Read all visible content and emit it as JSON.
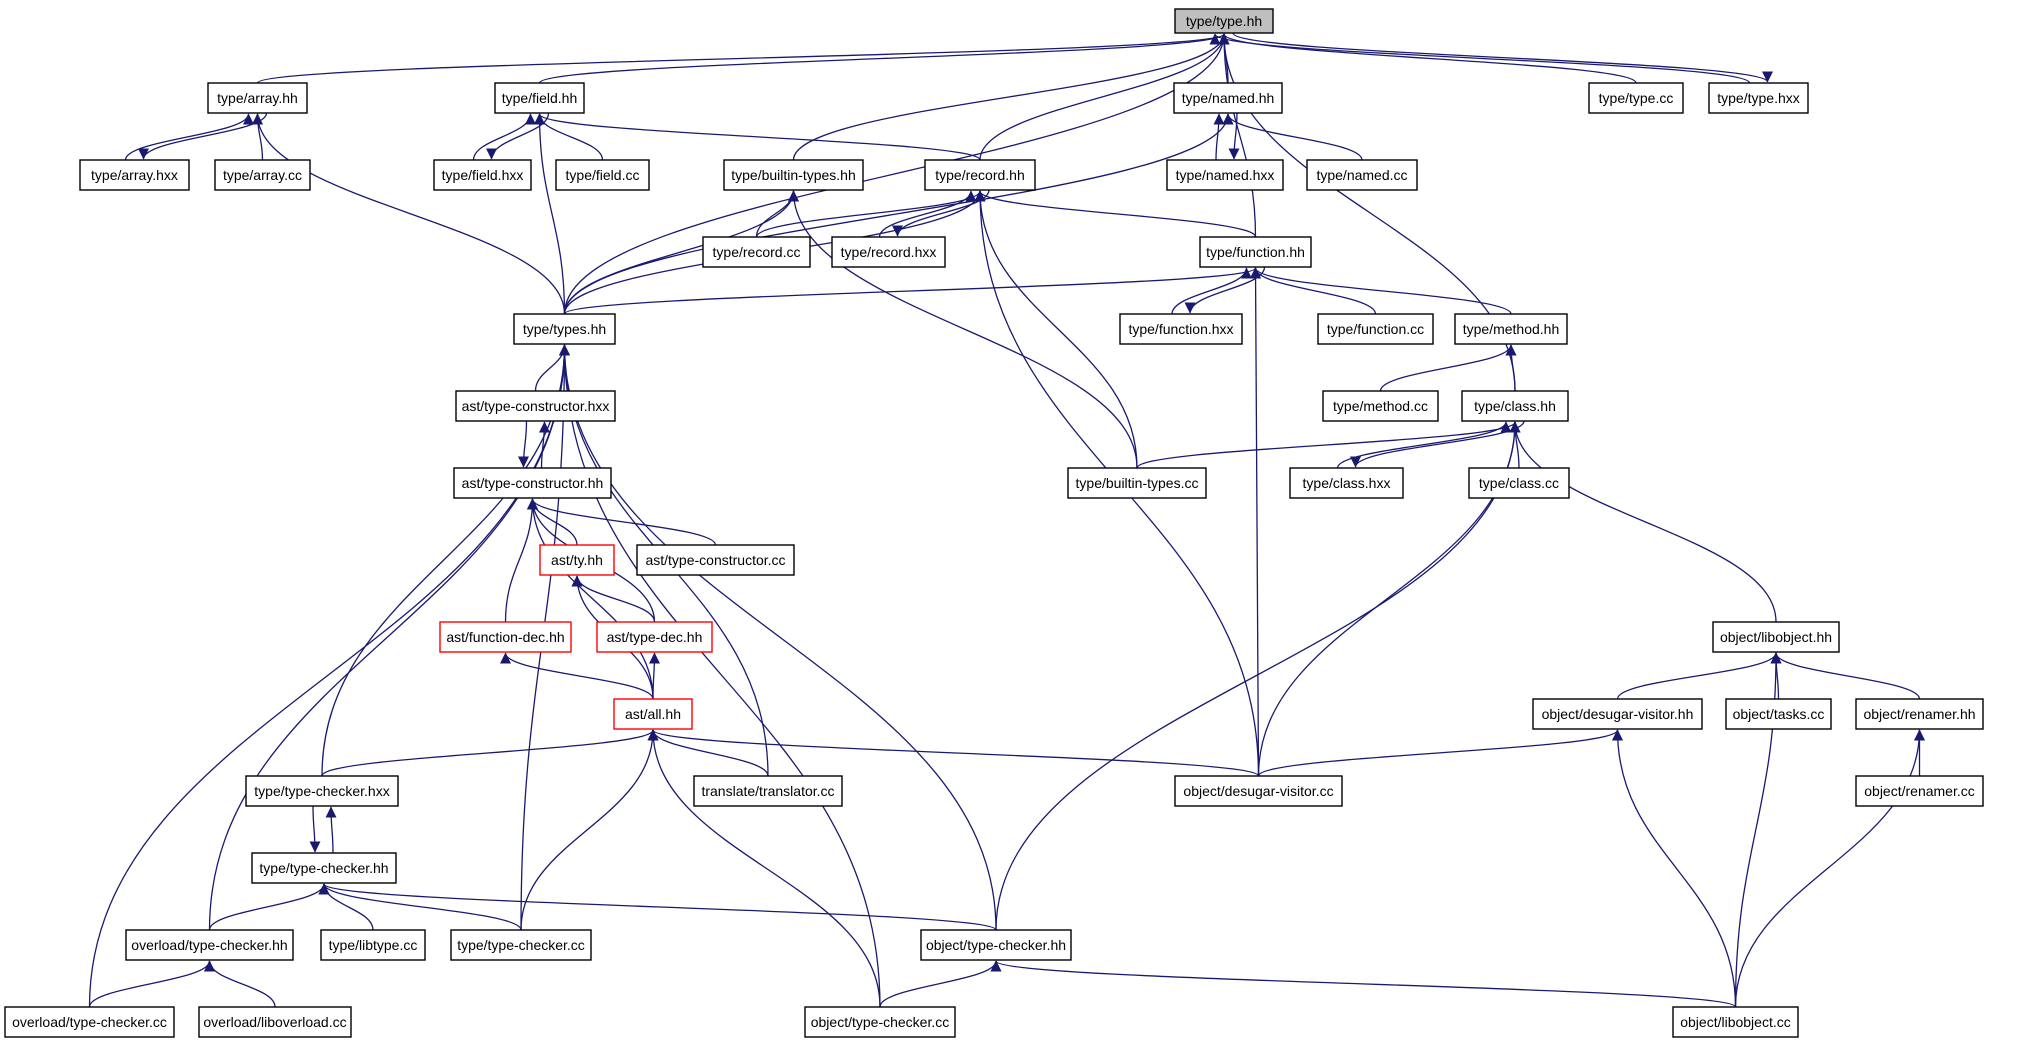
{
  "diagram": {
    "title": "",
    "edge_color": "#191970",
    "node_border_color": "#000000",
    "highlight_border_color": "#ff0000",
    "root_fill_color": "#bfbfbf",
    "nodes": [
      {
        "id": "type_type_hh",
        "label": "type/type.hh",
        "style": "root"
      },
      {
        "id": "type_array_hh",
        "label": "type/array.hh"
      },
      {
        "id": "type_field_hh",
        "label": "type/field.hh"
      },
      {
        "id": "type_named_hh",
        "label": "type/named.hh"
      },
      {
        "id": "type_type_cc",
        "label": "type/type.cc"
      },
      {
        "id": "type_type_hxx",
        "label": "type/type.hxx"
      },
      {
        "id": "type_array_hxx",
        "label": "type/array.hxx"
      },
      {
        "id": "type_array_cc",
        "label": "type/array.cc"
      },
      {
        "id": "type_field_hxx",
        "label": "type/field.hxx"
      },
      {
        "id": "type_field_cc",
        "label": "type/field.cc"
      },
      {
        "id": "type_builtin_types_hh",
        "label": "type/builtin-types.hh"
      },
      {
        "id": "type_record_hh",
        "label": "type/record.hh"
      },
      {
        "id": "type_named_hxx",
        "label": "type/named.hxx"
      },
      {
        "id": "type_named_cc",
        "label": "type/named.cc"
      },
      {
        "id": "type_record_cc",
        "label": "type/record.cc"
      },
      {
        "id": "type_record_hxx",
        "label": "type/record.hxx"
      },
      {
        "id": "type_function_hh",
        "label": "type/function.hh"
      },
      {
        "id": "type_types_hh",
        "label": "type/types.hh"
      },
      {
        "id": "type_function_hxx",
        "label": "type/function.hxx"
      },
      {
        "id": "type_function_cc",
        "label": "type/function.cc"
      },
      {
        "id": "type_method_hh",
        "label": "type/method.hh"
      },
      {
        "id": "ast_type_constructor_hxx",
        "label": "ast/type-constructor.hxx"
      },
      {
        "id": "type_method_cc",
        "label": "type/method.cc"
      },
      {
        "id": "type_class_hh",
        "label": "type/class.hh"
      },
      {
        "id": "ast_type_constructor_hh",
        "label": "ast/type-constructor.hh"
      },
      {
        "id": "type_builtin_types_cc",
        "label": "type/builtin-types.cc"
      },
      {
        "id": "type_class_hxx",
        "label": "type/class.hxx"
      },
      {
        "id": "type_class_cc",
        "label": "type/class.cc"
      },
      {
        "id": "ast_ty_hh",
        "label": "ast/ty.hh",
        "style": "red"
      },
      {
        "id": "ast_type_constructor_cc",
        "label": "ast/type-constructor.cc"
      },
      {
        "id": "ast_function_dec_hh",
        "label": "ast/function-dec.hh",
        "style": "red"
      },
      {
        "id": "ast_type_dec_hh",
        "label": "ast/type-dec.hh",
        "style": "red"
      },
      {
        "id": "object_libobject_hh",
        "label": "object/libobject.hh"
      },
      {
        "id": "ast_all_hh",
        "label": "ast/all.hh",
        "style": "red"
      },
      {
        "id": "object_desugar_visitor_hh",
        "label": "object/desugar-visitor.hh"
      },
      {
        "id": "object_tasks_cc",
        "label": "object/tasks.cc"
      },
      {
        "id": "object_renamer_hh",
        "label": "object/renamer.hh"
      },
      {
        "id": "type_type_checker_hxx",
        "label": "type/type-checker.hxx"
      },
      {
        "id": "translate_translator_cc",
        "label": "translate/translator.cc"
      },
      {
        "id": "object_desugar_visitor_cc",
        "label": "object/desugar-visitor.cc"
      },
      {
        "id": "object_renamer_cc",
        "label": "object/renamer.cc"
      },
      {
        "id": "type_type_checker_hh",
        "label": "type/type-checker.hh"
      },
      {
        "id": "overload_type_checker_hh",
        "label": "overload/type-checker.hh"
      },
      {
        "id": "type_libtype_cc",
        "label": "type/libtype.cc"
      },
      {
        "id": "type_type_checker_cc",
        "label": "type/type-checker.cc"
      },
      {
        "id": "object_type_checker_hh",
        "label": "object/type-checker.hh"
      },
      {
        "id": "overload_type_checker_cc",
        "label": "overload/type-checker.cc"
      },
      {
        "id": "overload_liboverload_cc",
        "label": "overload/liboverload.cc"
      },
      {
        "id": "object_type_checker_cc",
        "label": "object/type-checker.cc"
      },
      {
        "id": "object_libobject_cc",
        "label": "object/libobject.cc"
      }
    ],
    "edges": [
      [
        "type_array_hh",
        "type_type_hh"
      ],
      [
        "type_field_hh",
        "type_type_hh"
      ],
      [
        "type_named_hh",
        "type_type_hh"
      ],
      [
        "type_type_cc",
        "type_type_hh"
      ],
      [
        "type_type_hxx",
        "type_type_hh"
      ],
      [
        "type_type_hh",
        "type_type_hxx"
      ],
      [
        "type_builtin_types_hh",
        "type_type_hh"
      ],
      [
        "type_record_hh",
        "type_type_hh"
      ],
      [
        "type_function_hh",
        "type_type_hh"
      ],
      [
        "type_types_hh",
        "type_type_hh"
      ],
      [
        "type_class_hh",
        "type_type_hh"
      ],
      [
        "type_array_hxx",
        "type_array_hh"
      ],
      [
        "type_array_hh",
        "type_array_hxx"
      ],
      [
        "type_array_cc",
        "type_array_hh"
      ],
      [
        "type_types_hh",
        "type_array_hh"
      ],
      [
        "type_field_hxx",
        "type_field_hh"
      ],
      [
        "type_field_hh",
        "type_field_hxx"
      ],
      [
        "type_field_cc",
        "type_field_hh"
      ],
      [
        "type_record_hh",
        "type_field_hh"
      ],
      [
        "type_types_hh",
        "type_field_hh"
      ],
      [
        "type_named_hxx",
        "type_named_hh"
      ],
      [
        "type_named_hh",
        "type_named_hxx"
      ],
      [
        "type_named_cc",
        "type_named_hh"
      ],
      [
        "type_types_hh",
        "type_named_hh"
      ],
      [
        "type_types_hh",
        "type_builtin_types_hh"
      ],
      [
        "type_record_cc",
        "type_builtin_types_hh"
      ],
      [
        "type_builtin_types_cc",
        "type_builtin_types_hh"
      ],
      [
        "type_record_cc",
        "type_record_hh"
      ],
      [
        "type_record_hxx",
        "type_record_hh"
      ],
      [
        "type_record_hh",
        "type_record_hxx"
      ],
      [
        "type_function_hh",
        "type_record_hh"
      ],
      [
        "type_types_hh",
        "type_record_hh"
      ],
      [
        "type_builtin_types_cc",
        "type_record_hh"
      ],
      [
        "object_desugar_visitor_cc",
        "type_record_hh"
      ],
      [
        "type_types_hh",
        "type_function_hh"
      ],
      [
        "type_function_hxx",
        "type_function_hh"
      ],
      [
        "type_function_hh",
        "type_function_hxx"
      ],
      [
        "type_function_cc",
        "type_function_hh"
      ],
      [
        "type_method_hh",
        "type_function_hh"
      ],
      [
        "object_desugar_visitor_cc",
        "type_function_hh"
      ],
      [
        "type_method_cc",
        "type_method_hh"
      ],
      [
        "type_class_hh",
        "type_method_hh"
      ],
      [
        "ast_type_constructor_hxx",
        "type_types_hh"
      ],
      [
        "type_type_checker_hxx",
        "type_types_hh"
      ],
      [
        "overload_type_checker_hh",
        "type_types_hh"
      ],
      [
        "overload_type_checker_cc",
        "type_types_hh"
      ],
      [
        "type_type_checker_cc",
        "type_types_hh"
      ],
      [
        "translate_translator_cc",
        "type_types_hh"
      ],
      [
        "object_type_checker_cc",
        "type_types_hh"
      ],
      [
        "object_type_checker_hh",
        "type_types_hh"
      ],
      [
        "ast_type_constructor_hh",
        "ast_type_constructor_hxx"
      ],
      [
        "ast_type_constructor_hxx",
        "ast_type_constructor_hh"
      ],
      [
        "type_builtin_types_cc",
        "type_class_hh"
      ],
      [
        "type_class_hxx",
        "type_class_hh"
      ],
      [
        "type_class_hh",
        "type_class_hxx"
      ],
      [
        "type_class_cc",
        "type_class_hh"
      ],
      [
        "object_libobject_hh",
        "type_class_hh"
      ],
      [
        "object_desugar_visitor_cc",
        "type_class_hh"
      ],
      [
        "object_type_checker_hh",
        "type_class_hh"
      ],
      [
        "ast_ty_hh",
        "ast_type_constructor_hh"
      ],
      [
        "ast_type_constructor_cc",
        "ast_type_constructor_hh"
      ],
      [
        "ast_function_dec_hh",
        "ast_type_constructor_hh"
      ],
      [
        "ast_type_dec_hh",
        "ast_type_constructor_hh"
      ],
      [
        "ast_all_hh",
        "ast_type_constructor_hh"
      ],
      [
        "ast_type_dec_hh",
        "ast_ty_hh"
      ],
      [
        "ast_all_hh",
        "ast_ty_hh"
      ],
      [
        "ast_all_hh",
        "ast_function_dec_hh"
      ],
      [
        "ast_all_hh",
        "ast_type_dec_hh"
      ],
      [
        "type_type_checker_hxx",
        "ast_all_hh"
      ],
      [
        "translate_translator_cc",
        "ast_all_hh"
      ],
      [
        "object_desugar_visitor_cc",
        "ast_all_hh"
      ],
      [
        "type_type_checker_cc",
        "ast_all_hh"
      ],
      [
        "object_type_checker_cc",
        "ast_all_hh"
      ],
      [
        "object_desugar_visitor_hh",
        "object_libobject_hh"
      ],
      [
        "object_tasks_cc",
        "object_libobject_hh"
      ],
      [
        "object_renamer_hh",
        "object_libobject_hh"
      ],
      [
        "object_libobject_cc",
        "object_libobject_hh"
      ],
      [
        "object_desugar_visitor_cc",
        "object_desugar_visitor_hh"
      ],
      [
        "object_libobject_cc",
        "object_desugar_visitor_hh"
      ],
      [
        "object_renamer_cc",
        "object_renamer_hh"
      ],
      [
        "object_libobject_cc",
        "object_renamer_hh"
      ],
      [
        "type_type_checker_hh",
        "type_type_checker_hxx"
      ],
      [
        "type_type_checker_hxx",
        "type_type_checker_hh"
      ],
      [
        "overload_type_checker_hh",
        "type_type_checker_hh"
      ],
      [
        "type_libtype_cc",
        "type_type_checker_hh"
      ],
      [
        "type_type_checker_cc",
        "type_type_checker_hh"
      ],
      [
        "object_type_checker_hh",
        "type_type_checker_hh"
      ],
      [
        "overload_type_checker_cc",
        "overload_type_checker_hh"
      ],
      [
        "overload_liboverload_cc",
        "overload_type_checker_hh"
      ],
      [
        "object_type_checker_cc",
        "object_type_checker_hh"
      ],
      [
        "object_libobject_cc",
        "object_type_checker_hh"
      ]
    ]
  }
}
